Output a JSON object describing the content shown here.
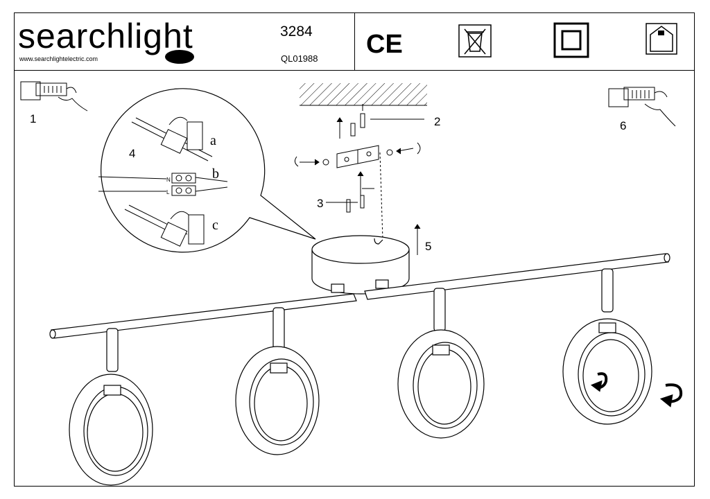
{
  "header": {
    "brand": "searchlight",
    "website": "www.searchlightelectric.com",
    "model_number": "3284",
    "product_code": "QL01988",
    "certification_icons": [
      "ce-mark-icon",
      "weee-bin-icon",
      "double-insulation-icon",
      "indoor-use-icon"
    ]
  },
  "steps": {
    "s1": "1",
    "s2": "2",
    "s3": "3",
    "s4": "4",
    "s5": "5",
    "s6": "6"
  },
  "wiring": {
    "a": "a",
    "b": "b",
    "c": "c",
    "terminal_n": "N",
    "terminal_l": "L"
  },
  "ce_mark": "CE"
}
